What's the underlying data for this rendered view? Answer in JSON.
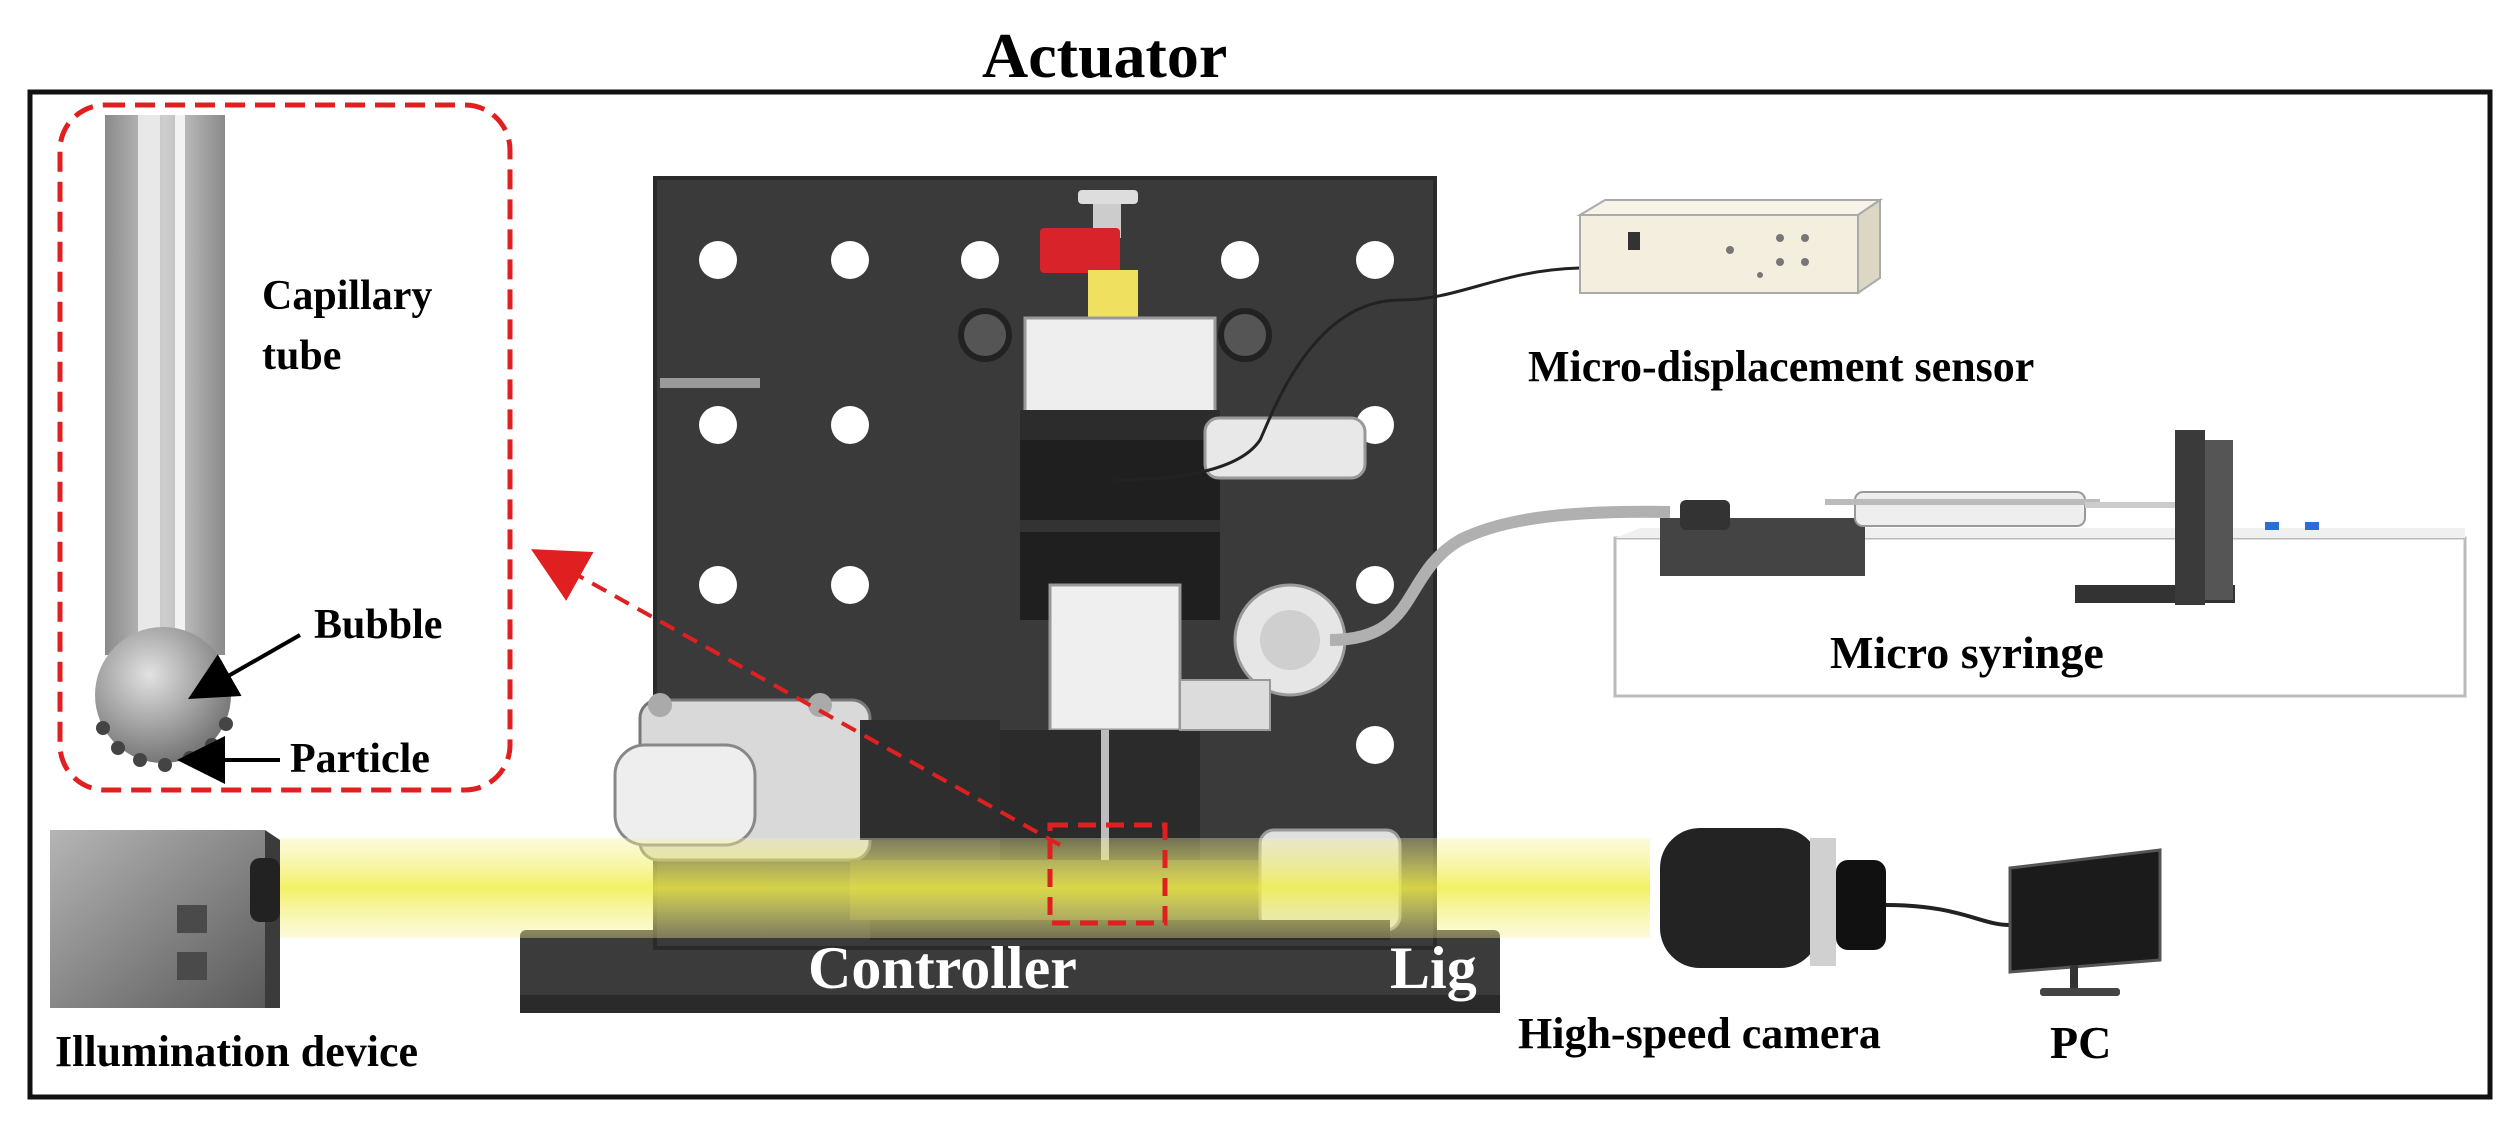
{
  "title": "Actuator",
  "inset": {
    "capillary_line1": "Capillary",
    "capillary_line2": "tube",
    "bubble": "Bubble",
    "particle": "Particle"
  },
  "labels": {
    "micro_displacement_sensor": "Micro-displacement sensor",
    "micro_syringe": "Micro syringe",
    "controller": "Controller",
    "light_partial": "Lig",
    "illumination_device": "Illumination device",
    "high_speed_camera": "High-speed camera",
    "pc": "PC"
  },
  "colors": {
    "frame": "#111111",
    "dashed_callout": "#e02020",
    "light_beam": "#f3f06a",
    "panel": "#3a3a3a",
    "red_knob": "#d8232a"
  }
}
